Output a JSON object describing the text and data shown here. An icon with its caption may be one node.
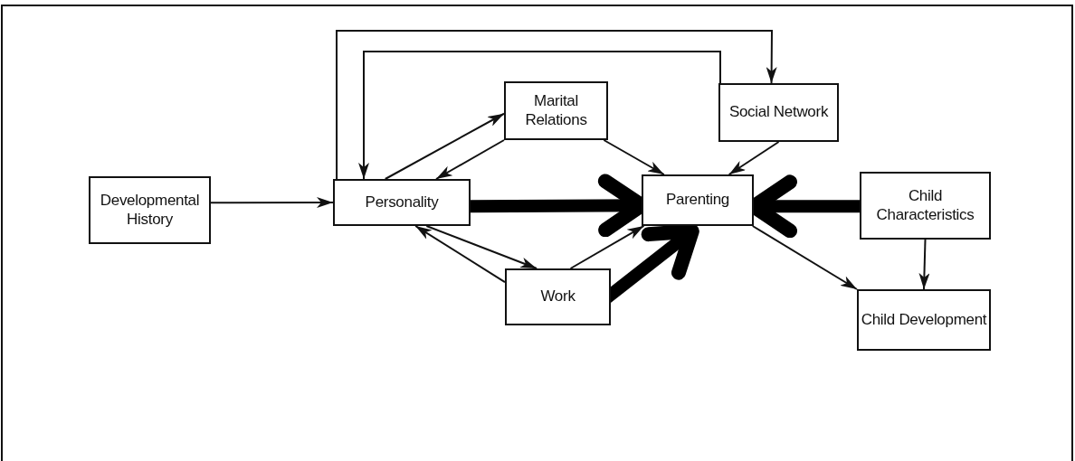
{
  "diagram": {
    "nodes": [
      {
        "text": [
          "Developmental History"
        ]
      },
      {
        "text": [
          "Personality"
        ]
      },
      {
        "text": [
          "Marital Relations"
        ]
      },
      {
        "text": [
          "Social Network"
        ]
      },
      {
        "text": [
          "Parenting"
        ]
      },
      {
        "text": [
          "Child Characteristics"
        ]
      },
      {
        "text": [
          "Work"
        ]
      },
      {
        "text": [
          "Child Development"
        ]
      }
    ],
    "edges": [
      {
        "from": 0,
        "to": 1,
        "arrow": "to"
      },
      {
        "from": 1,
        "to": 3,
        "arrow": "to"
      },
      {
        "from": 3,
        "to": 1,
        "arrow": "to"
      },
      {
        "from": 1,
        "to": 2,
        "arrow": "to"
      },
      {
        "from": 2,
        "to": 1,
        "arrow": "to"
      },
      {
        "from": 2,
        "to": 4,
        "arrow": "to"
      },
      {
        "from": 3,
        "to": 4,
        "arrow": "to"
      },
      {
        "from": 1,
        "to": 4,
        "arrow": "to",
        "style": "thick"
      },
      {
        "from": 5,
        "to": 4,
        "arrow": "to",
        "style": "thick"
      },
      {
        "from": 1,
        "to": 6,
        "arrow": "to"
      },
      {
        "from": 6,
        "to": 1,
        "arrow": "to"
      },
      {
        "from": 6,
        "to": 4,
        "arrow": "to"
      },
      {
        "from": 6,
        "to": 4,
        "arrow": "to",
        "style": "thick"
      },
      {
        "from": 4,
        "to": 7,
        "arrow": "to"
      },
      {
        "from": 5,
        "to": 7,
        "arrow": "to"
      }
    ]
  }
}
